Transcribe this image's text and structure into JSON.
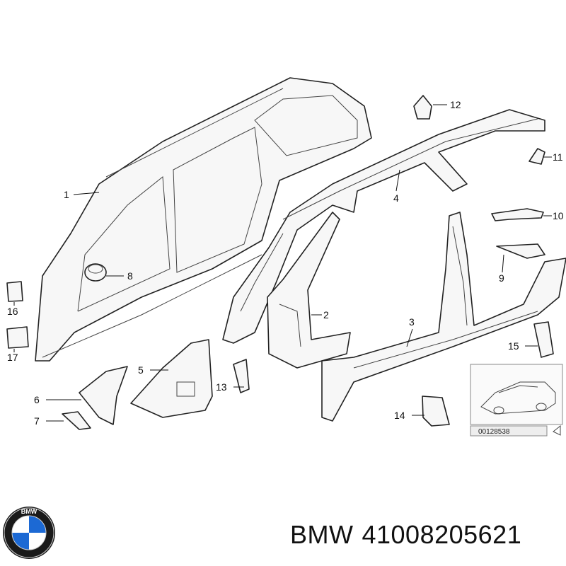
{
  "callouts": [
    {
      "id": "1",
      "label": "1"
    },
    {
      "id": "2",
      "label": "2"
    },
    {
      "id": "3",
      "label": "3"
    },
    {
      "id": "4",
      "label": "4"
    },
    {
      "id": "5",
      "label": "5"
    },
    {
      "id": "6",
      "label": "6"
    },
    {
      "id": "7",
      "label": "7"
    },
    {
      "id": "8",
      "label": "8"
    },
    {
      "id": "9",
      "label": "9"
    },
    {
      "id": "10",
      "label": "10"
    },
    {
      "id": "11",
      "label": "11"
    },
    {
      "id": "12",
      "label": "12"
    },
    {
      "id": "13",
      "label": "13"
    },
    {
      "id": "14",
      "label": "14"
    },
    {
      "id": "15",
      "label": "15"
    },
    {
      "id": "16",
      "label": "16"
    },
    {
      "id": "17",
      "label": "17"
    }
  ],
  "thumbnail": {
    "code": "00128538"
  },
  "brand": {
    "name": "BMW",
    "part_number": "41008205621",
    "logo_text": "BMW"
  },
  "colors": {
    "logo_blue": "#1c69d4",
    "logo_ring": "#1a1a1a",
    "line": "#222222"
  }
}
